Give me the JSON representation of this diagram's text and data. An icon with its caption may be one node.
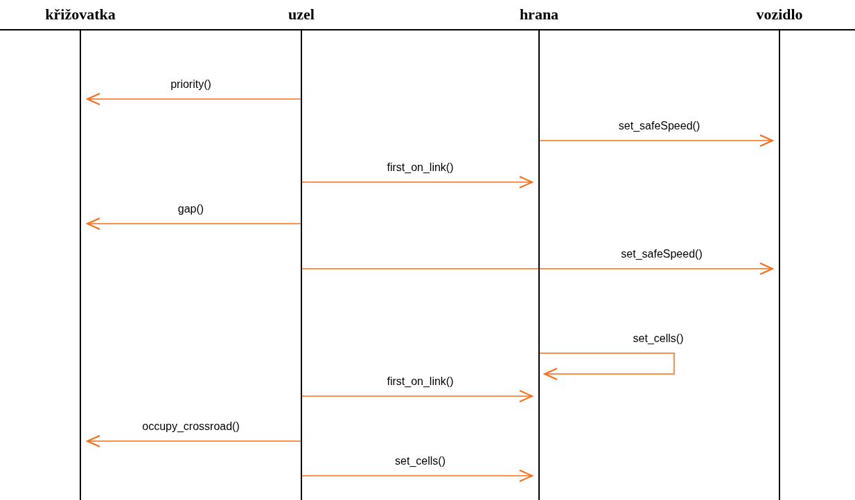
{
  "diagram": {
    "nodes": [
      {
        "text": [
          "křižovatka"
        ]
      },
      {
        "text": [
          "uzel"
        ]
      },
      {
        "text": [
          "hrana"
        ]
      },
      {
        "text": [
          "vozidlo"
        ]
      }
    ],
    "edges": [
      {
        "from": 1,
        "to": 0,
        "arrow": "to",
        "label": "priority()"
      },
      {
        "from": 2,
        "to": 3,
        "arrow": "to",
        "label": "set_safeSpeed()"
      },
      {
        "from": 1,
        "to": 2,
        "arrow": "to",
        "label": "first_on_link()"
      },
      {
        "from": 1,
        "to": 0,
        "arrow": "to",
        "label": "gap()"
      },
      {
        "from": 1,
        "to": 3,
        "arrow": "to",
        "label": "set_safeSpeed()"
      },
      {
        "from": 2,
        "to": 2,
        "arrow": "to",
        "label": "set_cells()"
      },
      {
        "from": 1,
        "to": 2,
        "arrow": "to",
        "label": "first_on_link()"
      },
      {
        "from": 1,
        "to": 0,
        "arrow": "to",
        "label": "occupy_crossroad()"
      },
      {
        "from": 1,
        "to": 2,
        "arrow": "to",
        "label": "set_cells()"
      }
    ]
  }
}
